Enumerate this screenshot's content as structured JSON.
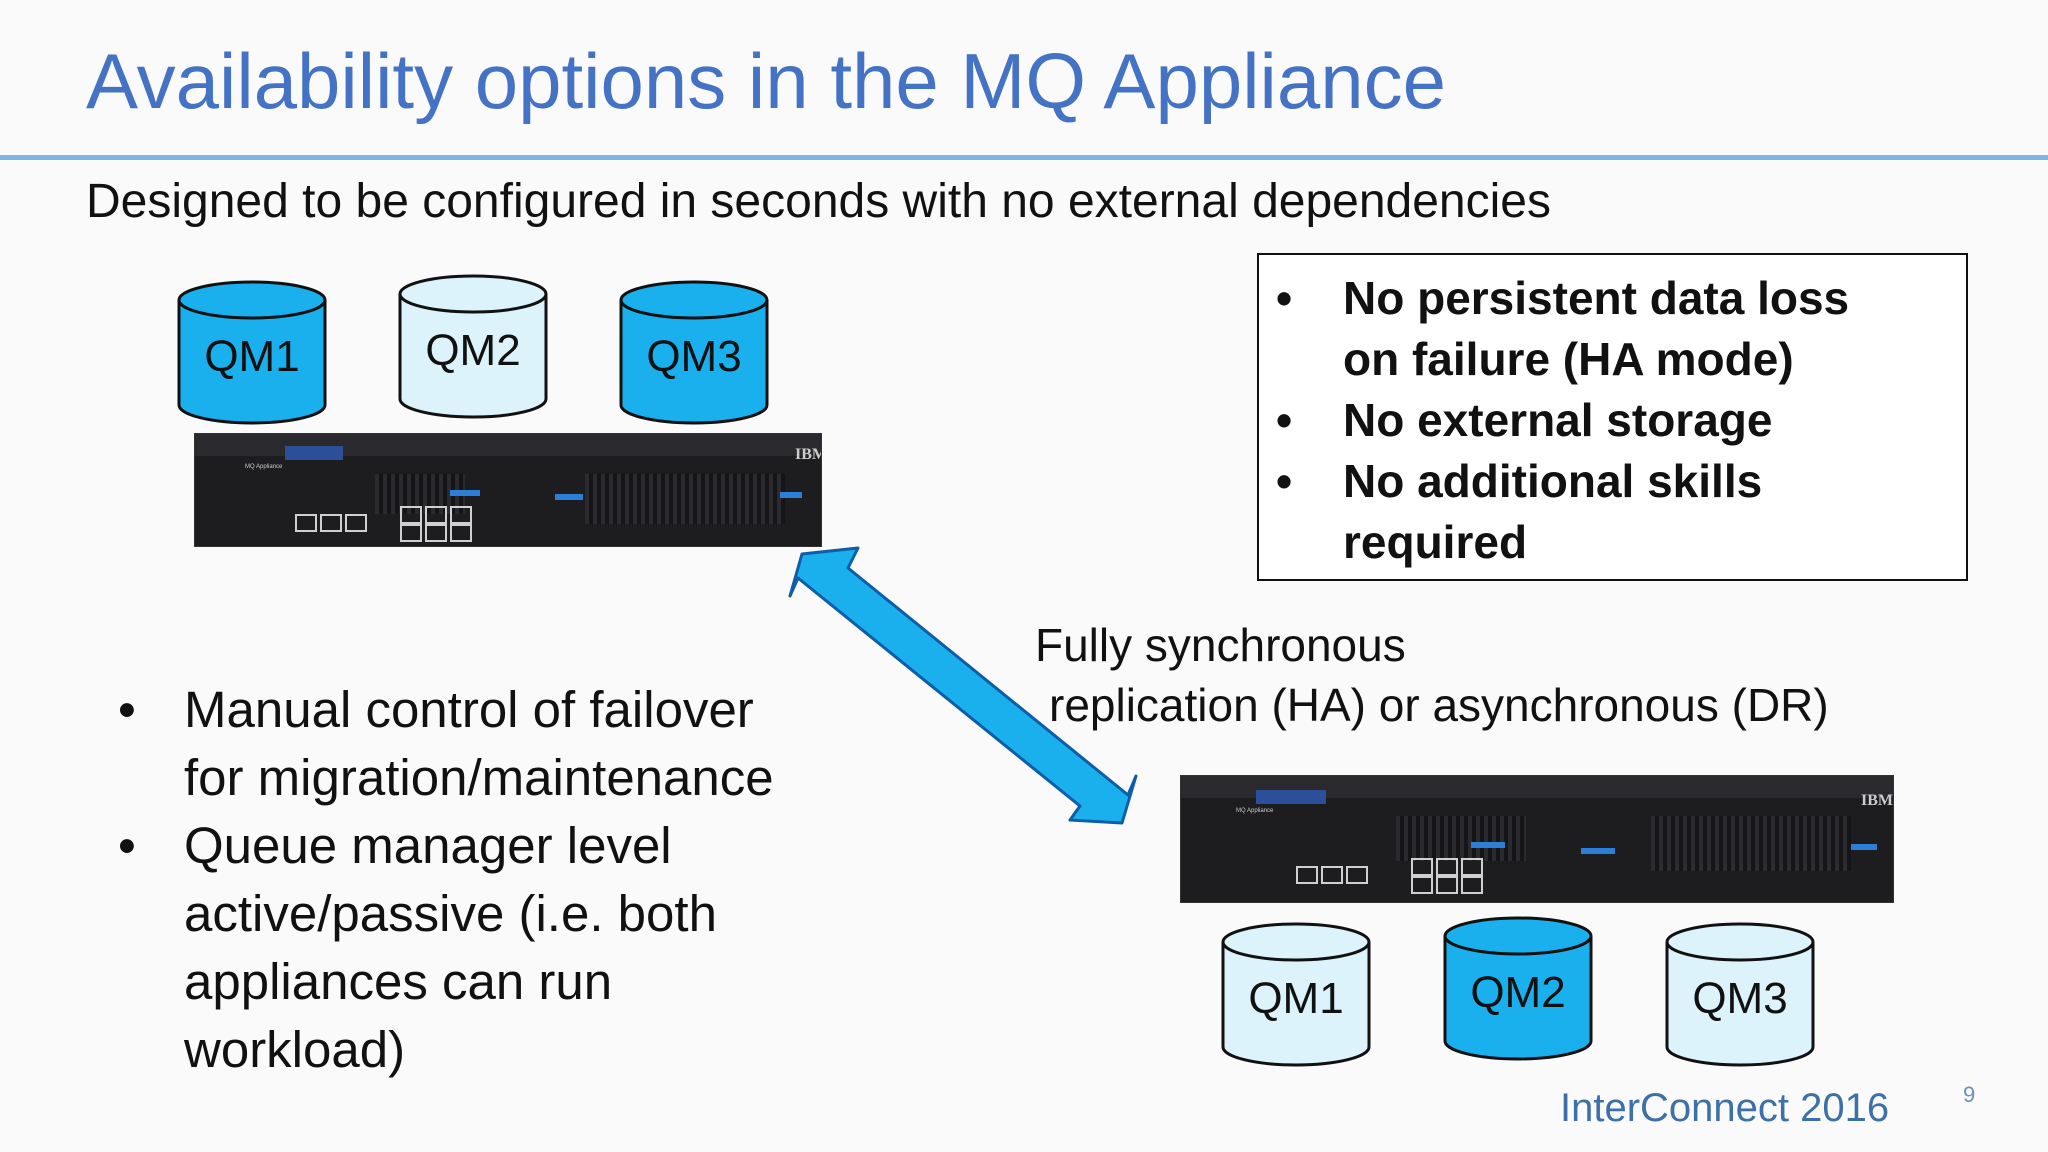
{
  "slide": {
    "title": "Availability options in the MQ Appliance",
    "subtitle": "Designed to be configured in seconds with no external dependencies",
    "footer": "InterConnect 2016",
    "page_number": "9"
  },
  "colors": {
    "title": "#4472c4",
    "rule": "#7fb4e4",
    "active_cylinder": "#1ab0ee",
    "passive_cylinder": "#ddf3fb",
    "arrow": "#1ab0ee"
  },
  "appliance_top": {
    "brand": "IBM",
    "model_label": "MQ Appliance",
    "queue_managers": [
      {
        "label": "QM1",
        "state": "active"
      },
      {
        "label": "QM2",
        "state": "passive"
      },
      {
        "label": "QM3",
        "state": "active"
      }
    ]
  },
  "appliance_bottom": {
    "brand": "IBM",
    "model_label": "MQ Appliance",
    "queue_managers": [
      {
        "label": "QM1",
        "state": "passive"
      },
      {
        "label": "QM2",
        "state": "active"
      },
      {
        "label": "QM3",
        "state": "passive"
      }
    ]
  },
  "benefits_box": {
    "items": [
      {
        "bullet": "•",
        "lines": [
          "No persistent data loss",
          "on failure (HA mode)"
        ]
      },
      {
        "bullet": "•",
        "lines": [
          "No external storage"
        ]
      },
      {
        "bullet": "•",
        "lines": [
          "No additional skills",
          "required"
        ]
      }
    ]
  },
  "replication_note": {
    "line1": "Fully synchronous",
    "line2": "replication (HA) or asynchronous (DR)"
  },
  "failover_list": {
    "items": [
      {
        "bullet": "•",
        "lines": [
          "Manual control of failover",
          "for migration/maintenance"
        ]
      },
      {
        "bullet": "•",
        "lines": [
          "Queue manager level",
          "active/passive (i.e. both",
          "appliances can run",
          "workload)"
        ]
      }
    ]
  }
}
